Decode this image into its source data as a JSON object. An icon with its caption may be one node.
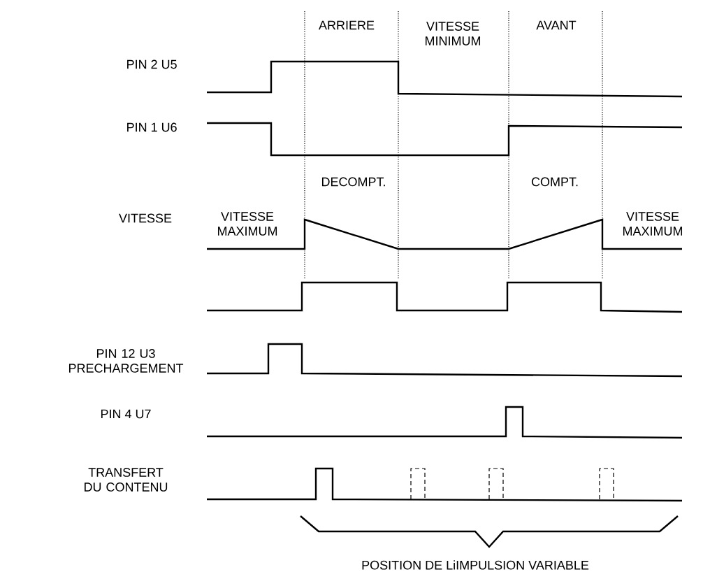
{
  "diagram": {
    "labels": [
      "ARRIERE",
      "VITESSE MINIMUM",
      "AVANT",
      "PIN 2 U5",
      "PIN 1 U6",
      "DECOMPT.",
      "COMPT.",
      "VITESSE",
      "VITESSE MAXIMUM",
      "VITESSE MAXIMUM",
      "PIN 12 U3 PRECHARGEMENT",
      "PIN 4 U7",
      "TRANSFERT DU CONTENU",
      "POSITION DE LiIMPULSION VARIABLE"
    ]
  }
}
